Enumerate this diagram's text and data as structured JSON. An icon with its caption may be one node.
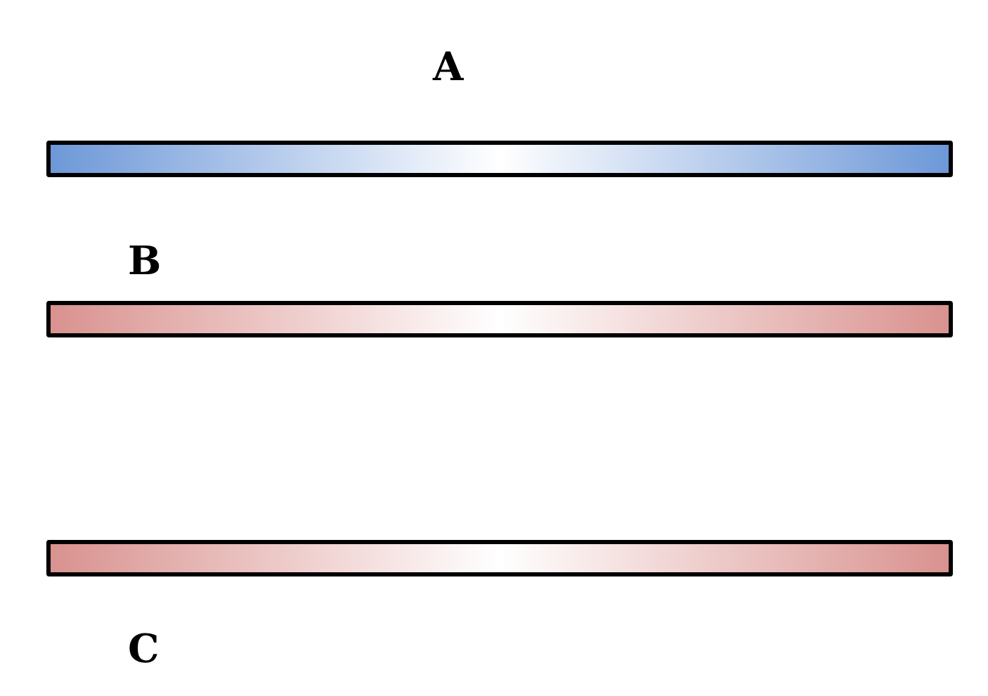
{
  "diagram": {
    "nodes": [
      {
        "text": [],
        "shape": "bar"
      },
      {
        "text": [],
        "shape": "bar"
      },
      {
        "text": [],
        "shape": "bar"
      }
    ],
    "labels": [
      "A",
      "B",
      "C"
    ]
  }
}
